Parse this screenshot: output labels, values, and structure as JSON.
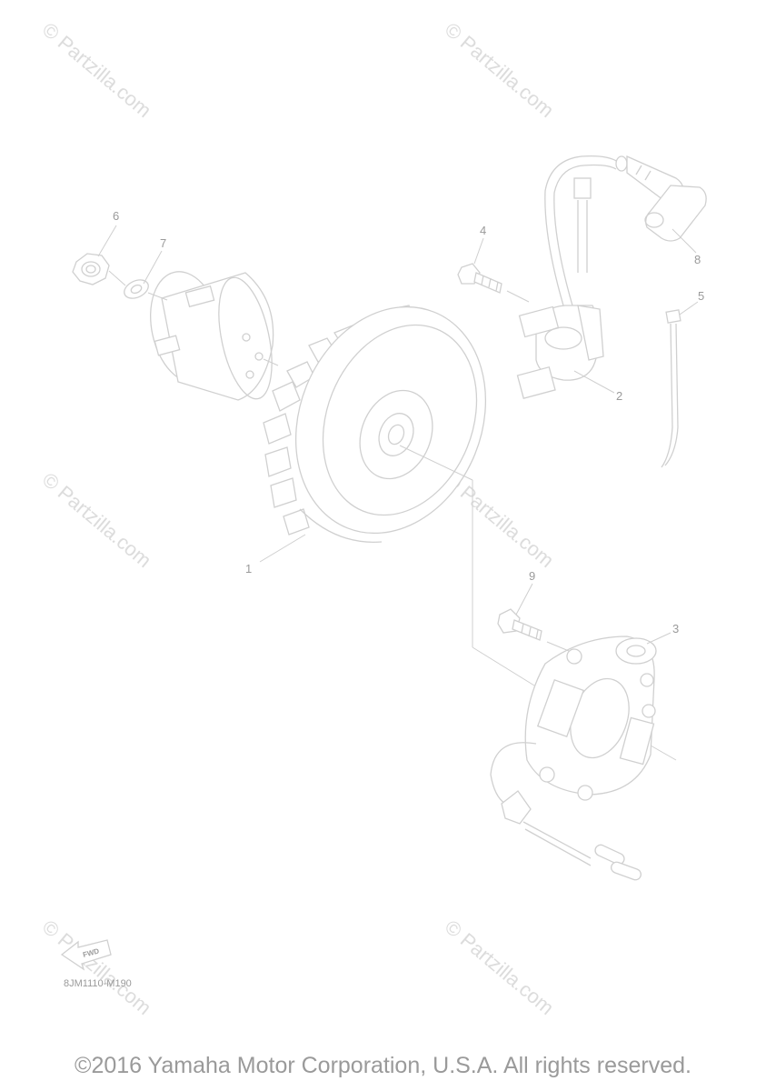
{
  "watermarks": [
    {
      "text": "© Partzilla.com"
    },
    {
      "text": "© Partzilla.com"
    },
    {
      "text": "© Partzilla.com"
    },
    {
      "text": "© Partzilla.com"
    },
    {
      "text": "© Partzilla.com"
    },
    {
      "text": "© Partzilla.com"
    }
  ],
  "parts": {
    "p1": "1",
    "p2": "2",
    "p3": "3",
    "p4": "4",
    "p5": "5",
    "p6": "6",
    "p7": "7",
    "p8": "8",
    "p9": "9"
  },
  "diagram_code": "8JM1110-M190",
  "fwd_badge": "FWD",
  "copyright": "©2016 Yamaha Motor Corporation, U.S.A. All rights reserved."
}
